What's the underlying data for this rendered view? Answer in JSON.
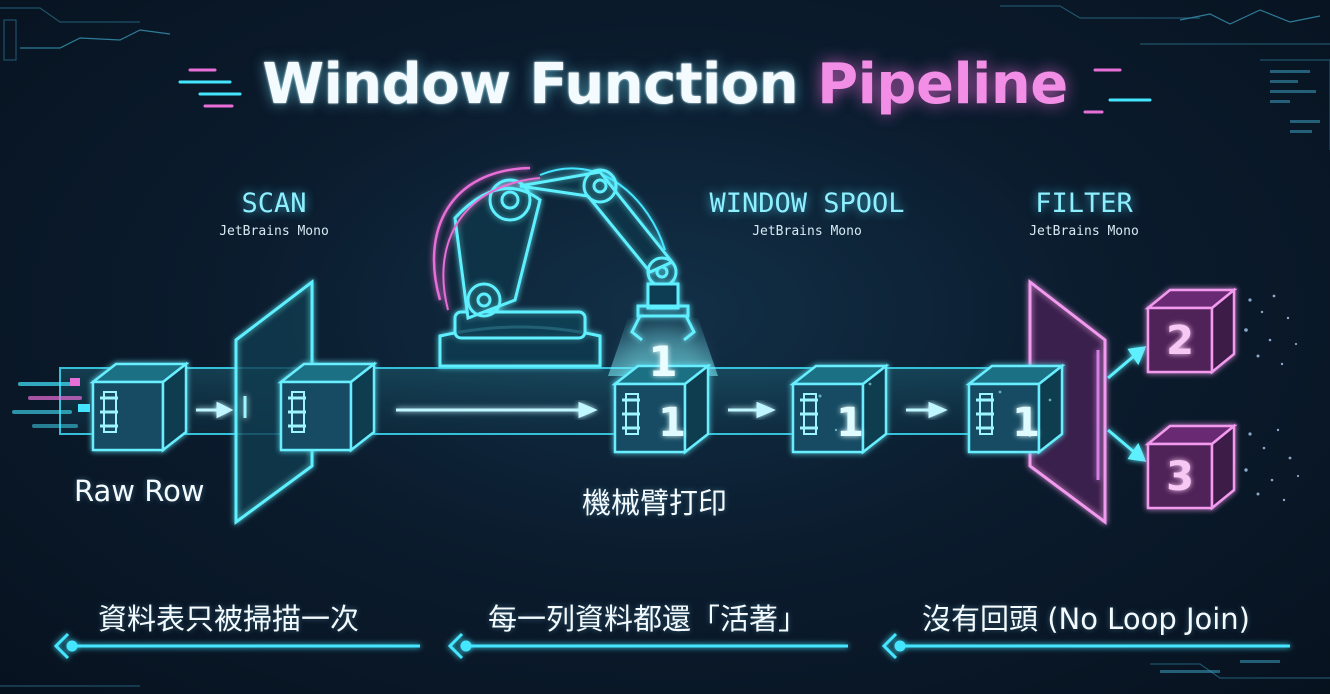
{
  "title": {
    "part1": "Window Function",
    "part2": "Pipeline"
  },
  "stages": [
    {
      "title": "SCAN",
      "subtitle": "JetBrains Mono"
    },
    {
      "title": "WINDOW SPOOL",
      "subtitle": "JetBrains Mono"
    },
    {
      "title": "FILTER",
      "subtitle": "JetBrains Mono"
    }
  ],
  "labels": {
    "raw_row": "Raw Row",
    "robot_arm": "機械臂打印"
  },
  "cube_numbers": {
    "stamp": "1",
    "stamped": "1",
    "out_top": "2",
    "out_bottom": "3"
  },
  "bottom": [
    "資料表只被掃描一次",
    "每一列資料都還「活著」",
    "沒有回頭 (No Loop Join)"
  ],
  "colors": {
    "cyan": "#44e6ff",
    "magenta": "#e86ed8",
    "background": "#0b1c2e"
  }
}
